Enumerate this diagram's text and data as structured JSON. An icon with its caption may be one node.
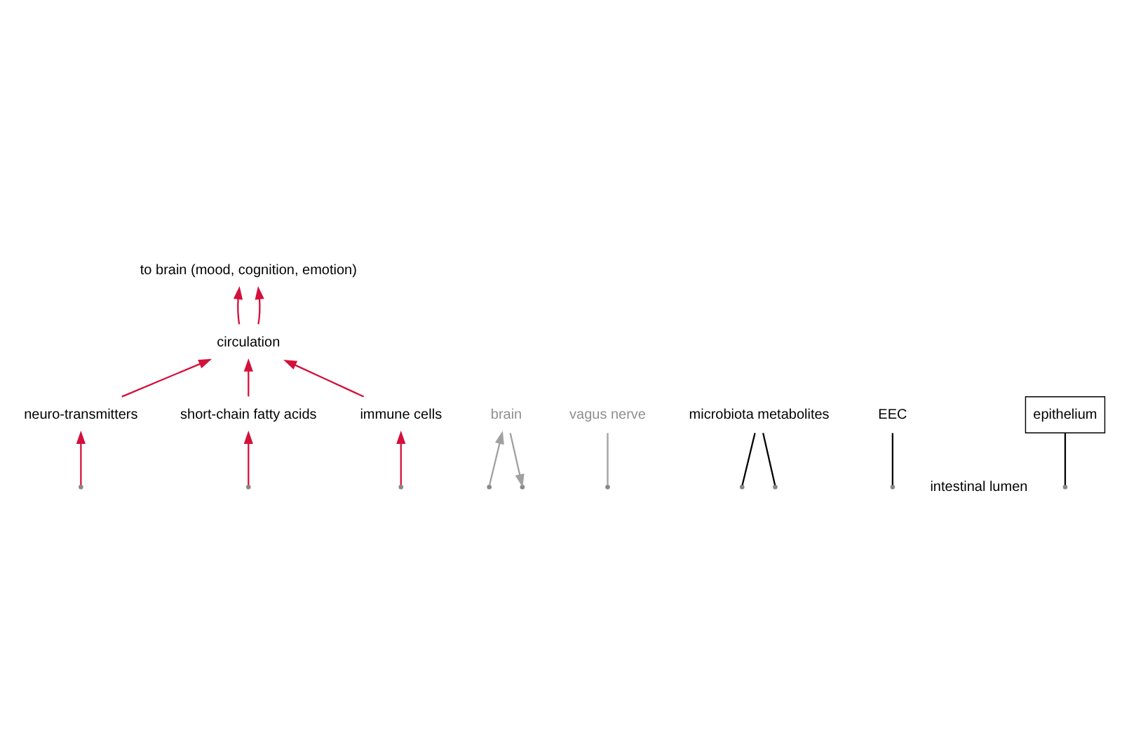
{
  "diagram": {
    "nodes": [
      {
        "text": [
          "to brain (mood, cognition, emotion)"
        ]
      },
      {
        "text": [
          "circulation"
        ]
      },
      {
        "text": [
          "neuro-transmitters"
        ]
      },
      {
        "text": [
          "short-chain fatty acids"
        ]
      },
      {
        "text": [
          "immune cells"
        ]
      },
      {
        "text": [
          "brain"
        ]
      },
      {
        "text": [
          "vagus nerve"
        ]
      },
      {
        "text": [
          "microbiota metabolites"
        ]
      },
      {
        "text": [
          "EEC"
        ]
      },
      {
        "text": [
          "intestinal lumen"
        ]
      },
      {
        "text": [
          "epithelium"
        ]
      }
    ],
    "edges": [
      {
        "from": null,
        "to": 2,
        "arrow": "to"
      },
      {
        "from": null,
        "to": 3,
        "arrow": "to"
      },
      {
        "from": null,
        "to": 4,
        "arrow": "to"
      },
      {
        "from": 2,
        "to": 1,
        "arrow": "to"
      },
      {
        "from": 3,
        "to": 1,
        "arrow": "to"
      },
      {
        "from": 4,
        "to": 1,
        "arrow": "to"
      },
      {
        "from": 1,
        "to": 0,
        "arrow": "to"
      },
      {
        "from": 1,
        "to": 0,
        "arrow": "to"
      },
      {
        "from": null,
        "to": 5,
        "arrow": "to",
        "color": "#a0a0a0"
      },
      {
        "from": 5,
        "to": null,
        "arrow": "to",
        "color": "#a0a0a0"
      },
      {
        "from": 6,
        "to": null,
        "arrow": "none",
        "color": "#a0a0a0"
      },
      {
        "from": 7,
        "to": null,
        "arrow": "none",
        "color": "#000000"
      },
      {
        "from": 7,
        "to": null,
        "arrow": "none",
        "color": "#000000"
      },
      {
        "from": 8,
        "to": null,
        "arrow": "none",
        "color": "#000000"
      },
      {
        "from": 10,
        "to": null,
        "arrow": "none",
        "color": "#000000"
      }
    ]
  }
}
